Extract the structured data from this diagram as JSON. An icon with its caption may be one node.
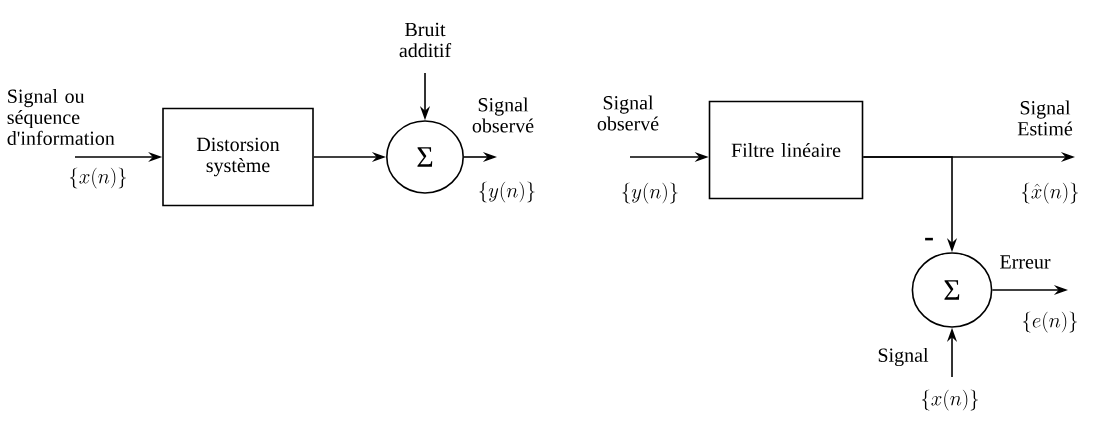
{
  "diagram": {
    "nodes": [
      {
        "text": [
          "Distorsion système"
        ]
      },
      {
        "text": [
          "Σ"
        ]
      },
      {
        "text": [
          "Filtre linéaire"
        ]
      },
      {
        "text": [
          "Σ"
        ]
      }
    ],
    "edges": [
      {
        "from": null,
        "to": 0,
        "arrow": "to"
      },
      {
        "from": 0,
        "to": 1,
        "arrow": "to"
      },
      {
        "from": null,
        "to": 1,
        "arrow": "to"
      },
      {
        "from": 1,
        "to": null,
        "arrow": "to"
      },
      {
        "from": null,
        "to": 2,
        "arrow": "to"
      },
      {
        "from": 2,
        "to": null,
        "arrow": "to"
      },
      {
        "from": 2,
        "to": 3,
        "arrow": "to"
      },
      {
        "from": 3,
        "to": null,
        "arrow": "to"
      },
      {
        "from": null,
        "to": 3,
        "arrow": "to"
      }
    ],
    "labels": [
      "Signal ou séquence d'information",
      "\\{x(n)\\}",
      "Bruit additif",
      "Signal observé",
      "\\{y(n)\\}",
      "Signal observé",
      "\\{y(n)\\}",
      "Signal Estimé",
      "\\{\\hat{x}(n)\\}",
      "-",
      "Erreur",
      "\\{e(n)\\}",
      "Signal",
      "\\{x(n)\\}"
    ]
  }
}
